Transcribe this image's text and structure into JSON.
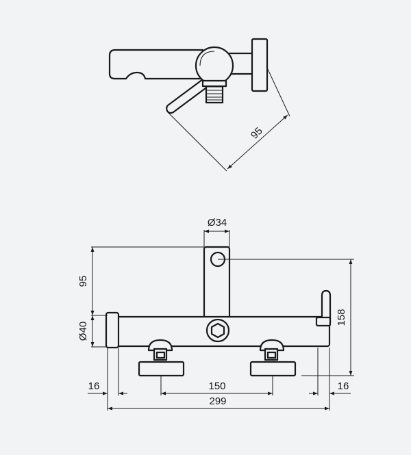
{
  "dimensions": {
    "top_view_reach": "95",
    "outlet_diameter": "Ø34",
    "front_projection": "95",
    "body_diameter": "Ø40",
    "total_height": "158",
    "left_offset": "16",
    "center_distance": "150",
    "right_offset": "16",
    "total_length": "299"
  }
}
